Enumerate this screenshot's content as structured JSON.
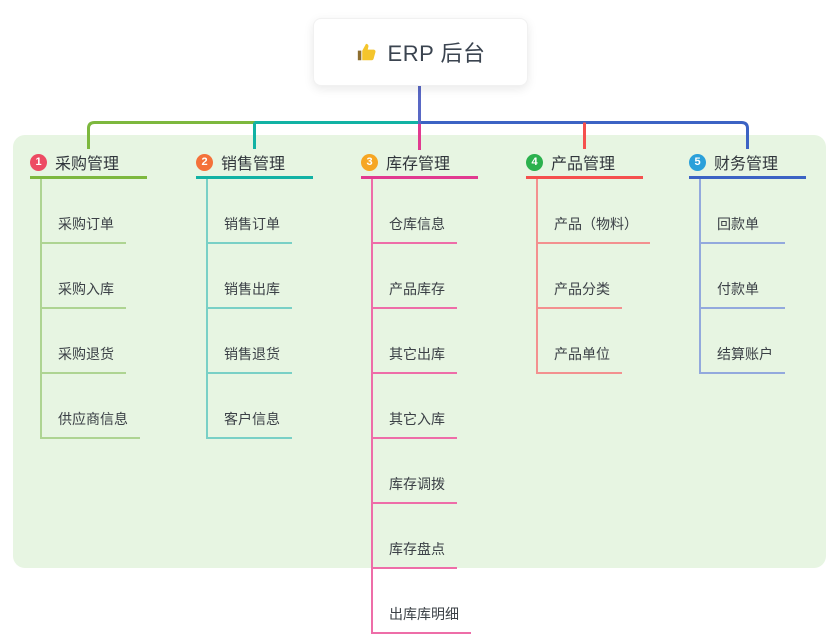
{
  "root": {
    "icon": "thumbs-up-icon",
    "title": "ERP 后台"
  },
  "branches": [
    {
      "number": "1",
      "title": "采购管理",
      "badge_color": "#ed4b63",
      "line_color": "#7db83e",
      "child_line_color": "#aed492",
      "children": [
        "采购订单",
        "采购入库",
        "采购退货",
        "供应商信息"
      ]
    },
    {
      "number": "2",
      "title": "销售管理",
      "badge_color": "#f4713a",
      "line_color": "#12b2a4",
      "child_line_color": "#79d0c6",
      "children": [
        "销售订单",
        "销售出库",
        "销售退货",
        "客户信息"
      ]
    },
    {
      "number": "3",
      "title": "库存管理",
      "badge_color": "#f6a623",
      "line_color": "#e13a90",
      "child_line_color": "#ee6da8",
      "children": [
        "仓库信息",
        "产品库存",
        "其它出库",
        "其它入库",
        "库存调拨",
        "库存盘点",
        "出库库明细"
      ]
    },
    {
      "number": "4",
      "title": "产品管理",
      "badge_color": "#2cb14e",
      "line_color": "#f5504e",
      "child_line_color": "#f3908f",
      "children": [
        "产品（物料）",
        "产品分类",
        "产品单位"
      ]
    },
    {
      "number": "5",
      "title": "财务管理",
      "badge_color": "#2aa0da",
      "line_color": "#3c63c4",
      "child_line_color": "#93a9dd",
      "children": [
        "回款单",
        "付款单",
        "结算账户"
      ]
    }
  ],
  "colors": {
    "panel_bg": "#e7f5e2",
    "root_connector": "#5968c5",
    "card_text": "#3b4450"
  }
}
